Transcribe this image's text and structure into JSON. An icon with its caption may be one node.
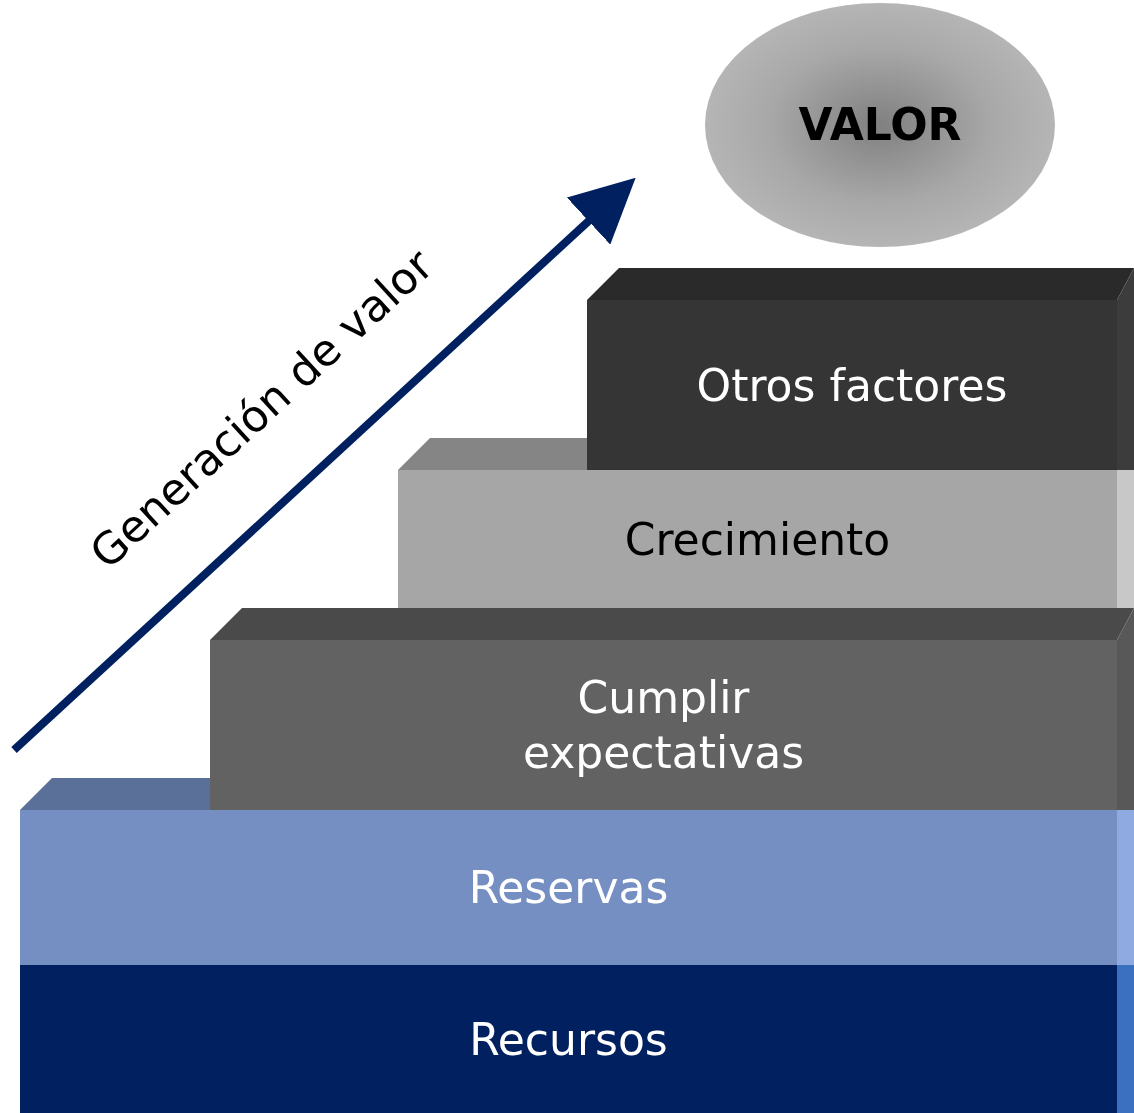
{
  "diagram": {
    "nodes": [
      {
        "text": [
          "VALOR"
        ]
      },
      {
        "text": [
          "Otros factores"
        ]
      },
      {
        "text": [
          "Crecimiento"
        ]
      },
      {
        "text": [
          "Cumplir expectativas"
        ]
      },
      {
        "text": [
          "Reservas"
        ]
      },
      {
        "text": [
          "Recursos"
        ]
      }
    ],
    "labels": [
      "Generación de valor"
    ]
  }
}
